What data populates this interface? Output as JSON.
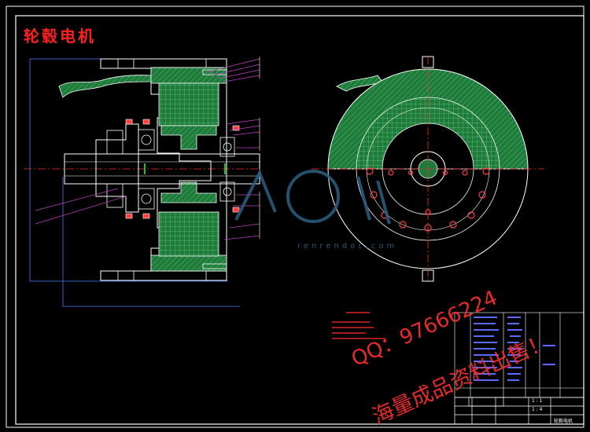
{
  "drawing": {
    "title": "轮毂电机",
    "colors": {
      "background": "#000000",
      "frame": "#ffffff",
      "outline": "#ffffff",
      "hatch_fill": "#1f7a3c",
      "hatch_line": "#5fd07a",
      "leader": "#c040c0",
      "centerline": "#ff3030",
      "dimension": "#4a7aff",
      "holes": "#ff4040",
      "notes": "#ff3030",
      "bom_text": "#5a6aff",
      "shaft_marker": "#20ff40"
    }
  },
  "title_block": {
    "scale": "1 : 1",
    "sheet": "1 : 4",
    "name": "轮毂电机"
  },
  "watermark": {
    "site": "renrendoc.com",
    "qq": "QQ：97666224",
    "sale": "海量成品资料出售！"
  }
}
